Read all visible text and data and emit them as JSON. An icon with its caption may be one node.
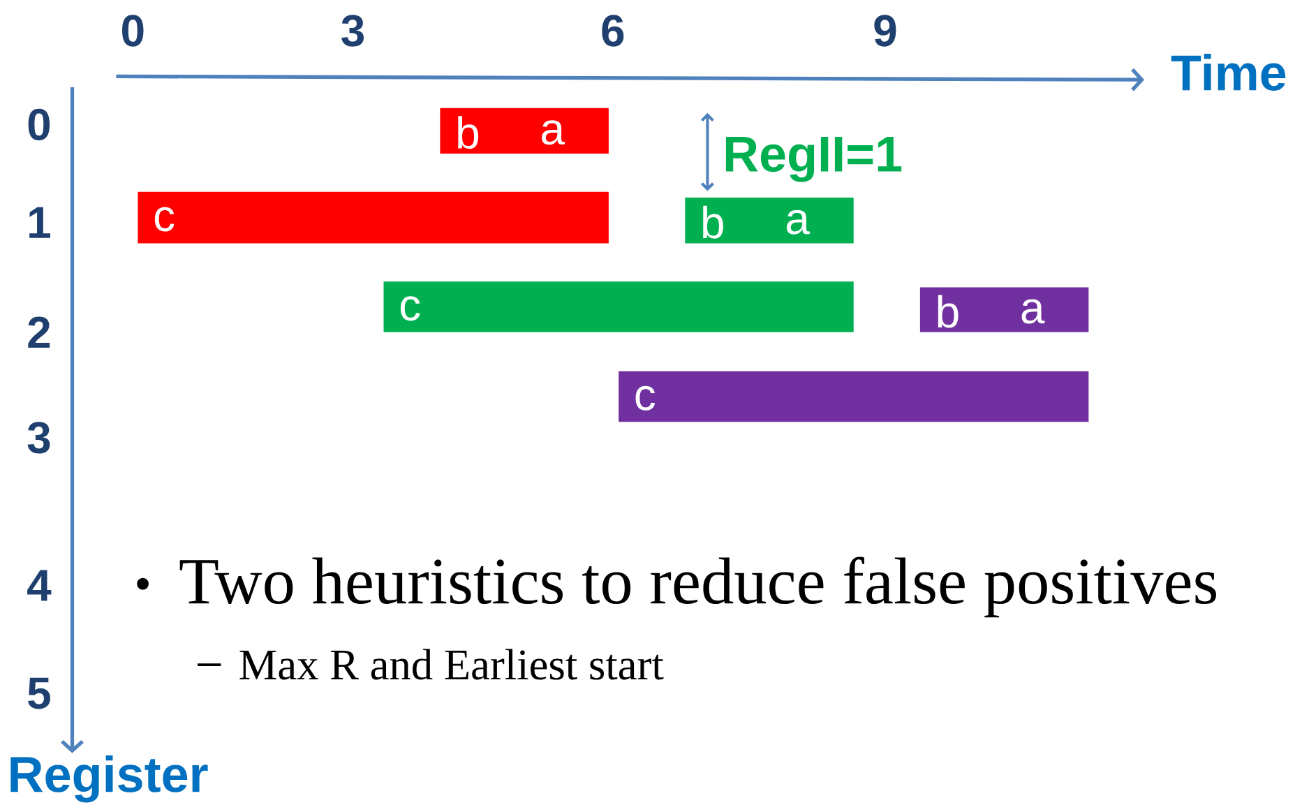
{
  "diagram": {
    "nodes": [
      {
        "text": [
          "b",
          "a"
        ]
      },
      {
        "text": [
          "c"
        ]
      },
      {
        "text": [
          "b",
          "a"
        ]
      },
      {
        "text": [
          "c"
        ]
      },
      {
        "text": [
          "b",
          "a"
        ]
      },
      {
        "text": [
          "c"
        ]
      }
    ],
    "labels": [
      "0",
      "3",
      "6",
      "9",
      "Time",
      "0",
      "1",
      "2",
      "3",
      "4",
      "5",
      "Register",
      "RegII=1",
      "Two heuristics to reduce false positives",
      "Max R and Earliest start"
    ]
  }
}
